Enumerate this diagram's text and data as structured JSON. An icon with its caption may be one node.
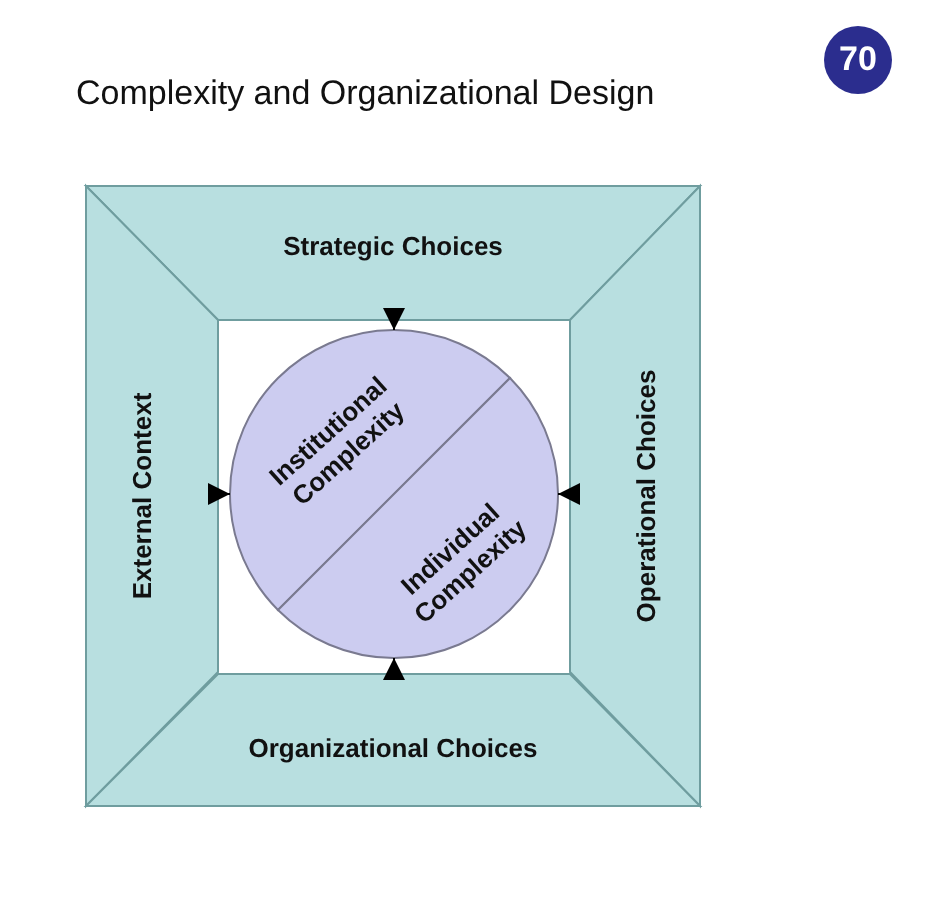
{
  "diagram": {
    "title": "Complexity and Organizational Design",
    "nodes": [
      {
        "text": [
          "70"
        ]
      },
      {
        "text": [
          "Strategic Choices"
        ]
      },
      {
        "text": [
          "External Context"
        ]
      },
      {
        "text": [],
        "shape": "circle"
      },
      {
        "text": [
          "Institutional Complexity"
        ],
        "in": 3
      },
      {
        "text": [
          "Individual Complexity"
        ],
        "in": 3
      },
      {
        "text": [
          "Operational Choices"
        ]
      },
      {
        "text": [
          "Organizational Choices"
        ]
      }
    ],
    "edges": [
      {
        "from": 1,
        "to": 3,
        "arrow": "to"
      },
      {
        "from": 2,
        "to": 3,
        "arrow": "to"
      },
      {
        "from": 6,
        "to": 3,
        "arrow": "to"
      },
      {
        "from": 7,
        "to": 3,
        "arrow": "to"
      }
    ]
  }
}
